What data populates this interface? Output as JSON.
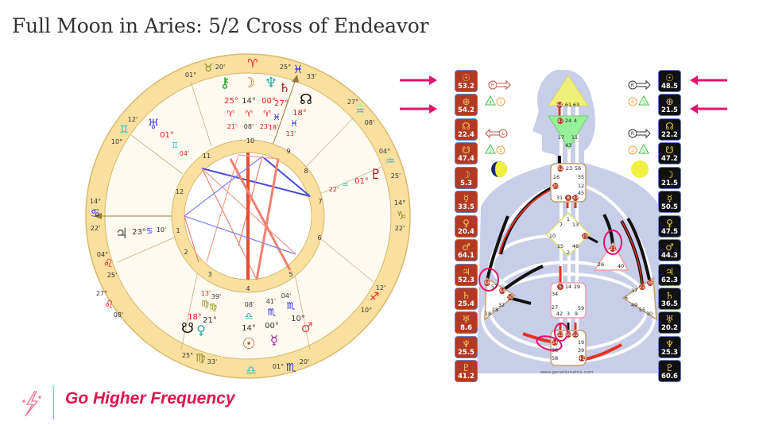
{
  "title": "Full Moon in Aries: 5/2 Cross of Endeavor",
  "logo": {
    "text": "Go Higher Frequency"
  },
  "colors": {
    "accent": "#e0144c",
    "ring": "#f9dfa0",
    "design": "#b23a24",
    "personality": "#111111"
  },
  "wheel": {
    "houses": [
      "1",
      "2",
      "3",
      "4",
      "5",
      "6",
      "7",
      "8",
      "9",
      "10",
      "11",
      "12"
    ],
    "zodiac_ring": {
      "aries_top": "♈",
      "taurus": {
        "glyph": "♉",
        "deg": "01°",
        "min": "20'"
      },
      "pisces": {
        "glyph": "♓",
        "deg": "25°",
        "min": "33'"
      },
      "aquarius1": {
        "glyph": "♒",
        "deg": "27°",
        "min": "08'"
      },
      "aquarius2": {
        "glyph": "♒",
        "deg": "04°",
        "min": "25'"
      },
      "capricorn": {
        "glyph": "♑",
        "deg": "14°",
        "min": "22'"
      },
      "sagittarius": {
        "glyph": "♐",
        "deg": "10°",
        "min": "12'"
      },
      "libra_bottom": "♎",
      "scorpio": {
        "glyph": "♏",
        "deg": "01°",
        "min": "20'"
      },
      "virgo": {
        "glyph": "♍",
        "deg": "25°",
        "min": "33'"
      },
      "leo1": {
        "glyph": "♌",
        "deg": "27°",
        "min": "08'"
      },
      "leo2": {
        "glyph": "♌",
        "deg": "04°",
        "min": "25'"
      },
      "cancer": {
        "glyph": "♋",
        "deg": "14°",
        "min": "22'"
      },
      "gemini": {
        "glyph": "♊",
        "deg": "10°",
        "min": "12'"
      }
    },
    "planets": {
      "chiron": {
        "glyph": "⚷",
        "deg": "25°",
        "sign": "♈",
        "min": "21'"
      },
      "moon": {
        "glyph": "☽",
        "deg": "14°",
        "sign": "♈",
        "min": "08'"
      },
      "neptune": {
        "glyph": "♆",
        "deg": "00°",
        "sign": "♈",
        "min": "23'"
      },
      "saturn": {
        "glyph": "♄",
        "deg": "27°",
        "sign": "♓",
        "min": "18'"
      },
      "node": {
        "glyph": "☊",
        "deg": "18°",
        "sign": "♓",
        "min": "13'"
      },
      "uranus": {
        "glyph": "♅",
        "deg": "01°",
        "sign": "♊",
        "min": "04'"
      },
      "pluto": {
        "glyph": "♇",
        "deg": "01°",
        "sign": "♒",
        "min": "22'"
      },
      "jupiter": {
        "glyph": "♃",
        "deg": "23°",
        "sign": "♋",
        "min": "10'"
      },
      "southnode": {
        "glyph": "☋",
        "deg": "18°",
        "sign": "♍",
        "min": "13'"
      },
      "venus": {
        "glyph": "♀",
        "deg": "21°",
        "sign": "♍",
        "min": "39'"
      },
      "sun": {
        "glyph": "☉",
        "deg": "14°",
        "sign": "♎",
        "min": "08'"
      },
      "mercury": {
        "glyph": "☿",
        "deg": "00°",
        "sign": "♏",
        "min": "41'"
      },
      "mars": {
        "glyph": "♂",
        "deg": "10°",
        "sign": "♏",
        "min": "04'"
      }
    }
  },
  "bodygraph": {
    "design": [
      {
        "glyph": "☉",
        "value": "53.2"
      },
      {
        "glyph": "⊕",
        "value": "54.2"
      },
      {
        "glyph": "☊",
        "value": "22.4"
      },
      {
        "glyph": "☋",
        "value": "47.4"
      },
      {
        "glyph": "☽",
        "value": "5.3"
      },
      {
        "glyph": "☿",
        "value": "33.5"
      },
      {
        "glyph": "♀",
        "value": "20.4"
      },
      {
        "glyph": "♂",
        "value": "64.1"
      },
      {
        "glyph": "♃",
        "value": "52.3"
      },
      {
        "glyph": "♄",
        "value": "25.4"
      },
      {
        "glyph": "♅",
        "value": "8.6"
      },
      {
        "glyph": "♆",
        "value": "25.5"
      },
      {
        "glyph": "♇",
        "value": "41.2"
      }
    ],
    "personality": [
      {
        "glyph": "☉",
        "value": "48.5"
      },
      {
        "glyph": "⊕",
        "value": "21.5"
      },
      {
        "glyph": "☊",
        "value": "22.2"
      },
      {
        "glyph": "☋",
        "value": "47.2"
      },
      {
        "glyph": "☽",
        "value": "21.5"
      },
      {
        "glyph": "☿",
        "value": "50.5"
      },
      {
        "glyph": "♀",
        "value": "47.5"
      },
      {
        "glyph": "♂",
        "value": "44.3"
      },
      {
        "glyph": "♃",
        "value": "62.3"
      },
      {
        "glyph": "♄",
        "value": "36.5"
      },
      {
        "glyph": "♅",
        "value": "20.2"
      },
      {
        "glyph": "♆",
        "value": "25.3"
      },
      {
        "glyph": "♇",
        "value": "60.6"
      }
    ],
    "variables": {
      "left_top": {
        "arrow": "R",
        "tri": "4",
        "circ": "1"
      },
      "left_bottom": {
        "arrow": "L",
        "tri": "2",
        "circ": "6"
      },
      "right_top": {
        "arrow": "R",
        "circ": "6",
        "tri": "5"
      },
      "right_bottom": {
        "arrow": "R",
        "circ": "2",
        "tri": "5"
      }
    },
    "gates": {
      "g64": "64",
      "g61": "61",
      "g63": "63",
      "g47": "47",
      "g24": "24",
      "g4": "4",
      "g17": "17",
      "g11": "11",
      "g43": "43",
      "g62": "62",
      "g23": "23",
      "g56": "56",
      "g16": "16",
      "g35": "35",
      "g20": "20",
      "g12": "12",
      "g45": "45",
      "g31": "31",
      "g8": "8",
      "g33": "33",
      "g1": "1",
      "g7": "7",
      "g13": "13",
      "g10": "10",
      "g25": "25",
      "g15": "15",
      "g46": "46",
      "g2": "2",
      "g21": "21",
      "g26": "26",
      "g40": "40",
      "g48": "48",
      "g57": "57",
      "g44": "44",
      "g50": "50",
      "g32": "32",
      "g28": "28",
      "g18": "18",
      "g5": "5",
      "g14": "14",
      "g29": "29",
      "g34": "34",
      "g27": "27",
      "g59": "59",
      "g42": "42",
      "g3": "3",
      "g9": "9",
      "g53": "53",
      "g60": "60",
      "g52": "52",
      "g54": "54",
      "g19": "19",
      "g38": "38",
      "g39": "39",
      "g58": "58",
      "g41": "41",
      "g36": "36",
      "g22": "22",
      "g37": "37",
      "g6": "6",
      "g49": "49",
      "g55": "55",
      "g30": "30"
    },
    "source": "www.geneticmatrix.com"
  }
}
